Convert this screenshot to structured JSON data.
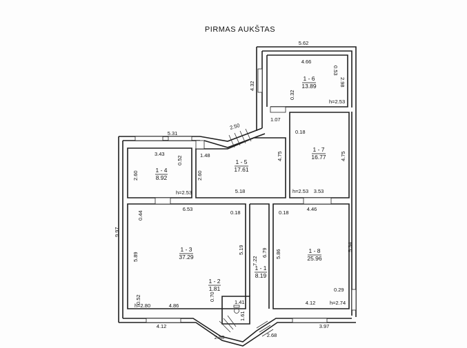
{
  "title": "PIRMAS AUKŠTAS",
  "rooms": [
    {
      "id": "1 - 6",
      "area": "13.89"
    },
    {
      "id": "1 - 5",
      "area": "17.61"
    },
    {
      "id": "1 - 7",
      "area": "16.77"
    },
    {
      "id": "1 - 4",
      "area": "8.92"
    },
    {
      "id": "1 - 3",
      "area": "37.29"
    },
    {
      "id": "1 - 8",
      "area": "25.96"
    },
    {
      "id": "1 - 1",
      "area": "8.19"
    },
    {
      "id": "1 - 2",
      "area": "1.81"
    }
  ],
  "heights": [
    "h=2.53",
    "h=2.53",
    "h=2.53",
    "h=2.80",
    "h=2.74"
  ],
  "dimensions": [
    "5.62",
    "4.66",
    "0.53",
    "2.98",
    "4.32",
    "0.32",
    "2.50",
    "1.07",
    "0.18",
    "5.31",
    "3.43",
    "0.52",
    "1.48",
    "4.75",
    "4.75",
    "2.60",
    "2.60",
    "5.18",
    "3.53",
    "9.97",
    "6.53",
    "0.18",
    "0.18",
    "4.46",
    "0.44",
    "5.89",
    "5.19",
    "7.22",
    "6.79",
    "5.86",
    "5.34",
    "0.29",
    "0.52",
    "4.86",
    "0.70",
    "1.41",
    "1.61",
    "4.12",
    "4.12",
    "2.88",
    "2.68",
    "3.97"
  ]
}
